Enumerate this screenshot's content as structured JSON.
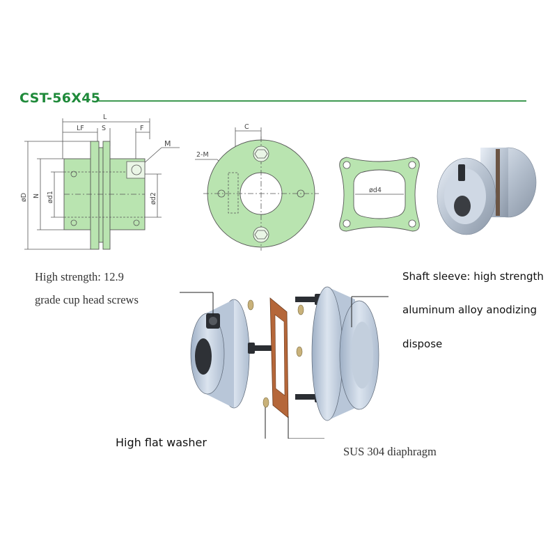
{
  "title": "CST-56X45",
  "colors": {
    "accent": "#1f8a3a",
    "drawing_fill": "#b9e4b0",
    "diaphragm": "#b5673a",
    "metal": "#c9d4e3"
  },
  "side_view_labels": {
    "L": "L",
    "LF": "LF",
    "S": "S",
    "F": "F",
    "M": "M",
    "D": "øD",
    "N": "N",
    "d1": "ød1",
    "d2": "ød2"
  },
  "front_view_labels": {
    "C": "C",
    "M2": "2-M"
  },
  "diaphragm_view_labels": {
    "d4": "ød4"
  },
  "annotations": {
    "screws_line1": "High strength: 12.9",
    "screws_line2": "grade cup head screws",
    "sleeve_line1": "Shaft sleeve: high strength",
    "sleeve_line2": "aluminum alloy anodizing",
    "sleeve_line3": "dispose",
    "washer": "High flat washer",
    "diaphragm": "SUS 304 diaphragm"
  }
}
